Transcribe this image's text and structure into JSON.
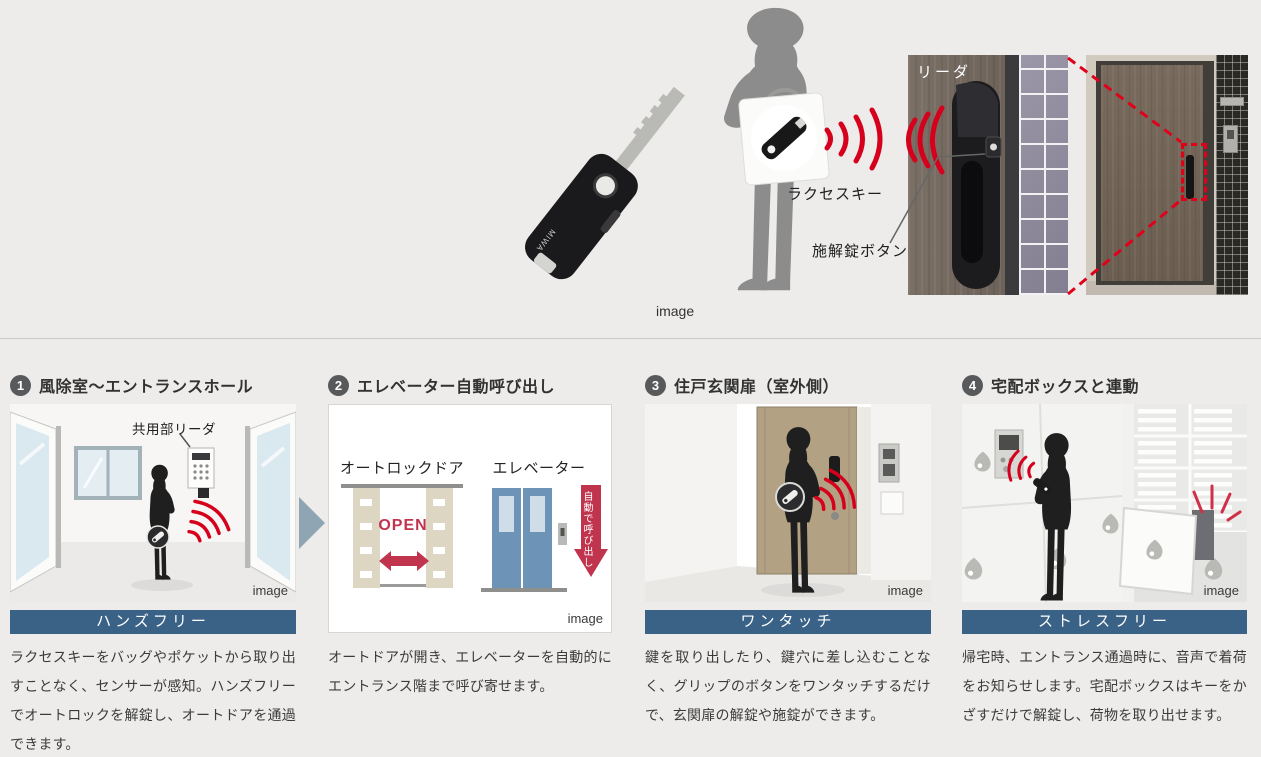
{
  "colors": {
    "banner_blue": "#3a6287",
    "accent_red": "#d6001c"
  },
  "hero": {
    "image_caption": "image",
    "key_brand": "MIWA",
    "key_label": "ラクセスキー",
    "button_label": "施解錠ボタン",
    "reader_label": "リーダ"
  },
  "sections": [
    {
      "number": "1",
      "title": "風除室〜エントランスホール",
      "illustration_label": "共用部リーダ",
      "image_caption": "image",
      "banner": "ハンズフリー",
      "description": "ラクセスキーをバッグやポケットから取り出すことなく、センサーが感知。ハンズフリーでオートロックを解錠し、オートドアを通過できます。"
    },
    {
      "number": "2",
      "title": "エレベーター自動呼び出し",
      "labels": {
        "autolock": "オートロックドア",
        "elevator": "エレベーター",
        "open": "OPEN",
        "auto_call": "自動で呼び出し"
      },
      "image_caption": "image",
      "description": "オートドアが開き、エレベーターを自動的にエントランス階まで呼び寄せます。"
    },
    {
      "number": "3",
      "title": "住戸玄関扉（室外側）",
      "image_caption": "image",
      "banner": "ワンタッチ",
      "description": "鍵を取り出したり、鍵穴に差し込むことなく、グリップのボタンをワンタッチするだけで、玄関扉の解錠や施錠ができます。"
    },
    {
      "number": "4",
      "title": "宅配ボックスと連動",
      "image_caption": "image",
      "banner": "ストレスフリー",
      "description": "帰宅時、エントランス通過時に、音声で着荷をお知らせします。宅配ボックスはキーをかざすだけで解錠し、荷物を取り出せます。"
    }
  ]
}
